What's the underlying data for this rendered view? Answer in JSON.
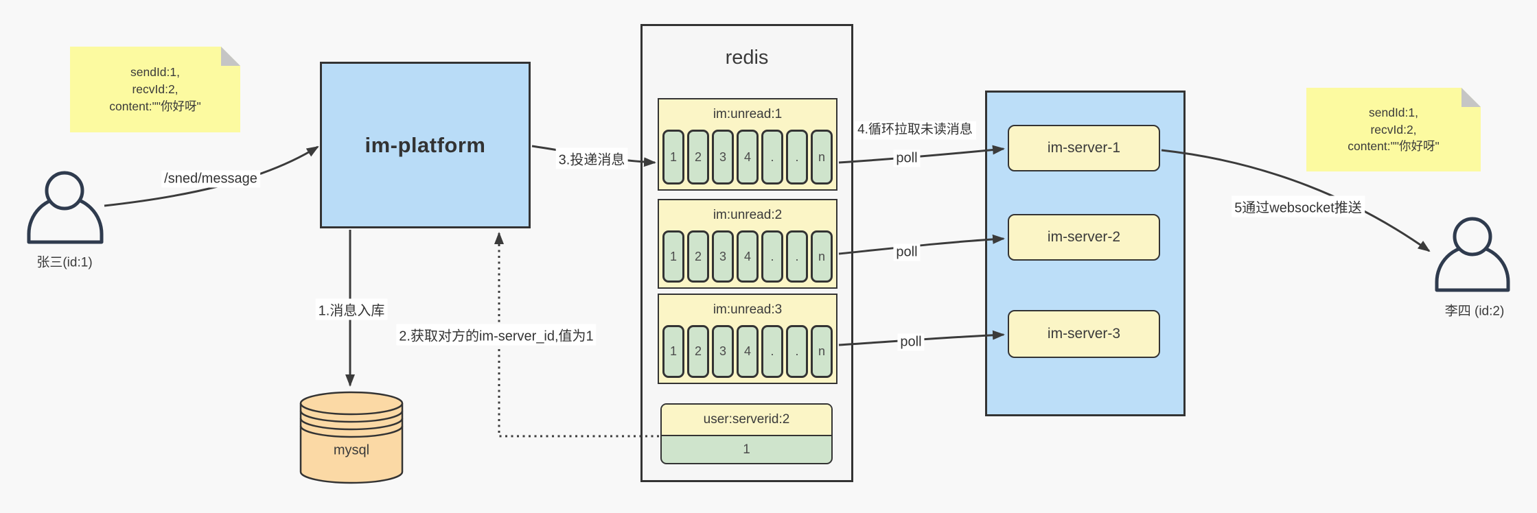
{
  "diagram": {
    "background": "#f8f8f8",
    "colors": {
      "platform_blue": "#b9dcf7",
      "server_group_blue": "#bcdef8",
      "note_yellow": "#fcfaa0",
      "header_yellow": "#fbf5c6",
      "cell_green": "#cfe4cc",
      "mysql_tan": "#fbd9a5",
      "border_dark": "#333333",
      "arrow_dark": "#3b3b3b",
      "fold_gray": "#c5c5c5",
      "person_outline": "#2f3b4e"
    }
  },
  "actors": {
    "sender": {
      "name": "张三(id:1)"
    },
    "receiver": {
      "name": "李四 (id:2)"
    }
  },
  "notes": {
    "left": {
      "line1": "sendId:1,",
      "line2": "recvId:2,",
      "line3": "content:\"\"你好呀\""
    },
    "right": {
      "line1": "sendId:1,",
      "line2": "recvId:2,",
      "line3": "content:\"\"你好呀\""
    }
  },
  "platform": {
    "label": "im-platform"
  },
  "database": {
    "label": "mysql"
  },
  "redis": {
    "title": "redis",
    "queues": [
      {
        "header": "im:unread:1",
        "cells": [
          "1",
          "2",
          "3",
          "4",
          ".",
          ".",
          "n"
        ]
      },
      {
        "header": "im:unread:2",
        "cells": [
          "1",
          "2",
          "3",
          "4",
          ".",
          ".",
          "n"
        ]
      },
      {
        "header": "im:unread:3",
        "cells": [
          "1",
          "2",
          "3",
          "4",
          ".",
          ".",
          "n"
        ]
      }
    ],
    "mapping": {
      "header": "user:serverid:2",
      "value": "1"
    }
  },
  "servers": [
    {
      "label": "im-server-1"
    },
    {
      "label": "im-server-2"
    },
    {
      "label": "im-server-3"
    }
  ],
  "edges": {
    "send": "/sned/message",
    "store": "1.消息入库",
    "lookup": "2.获取对方的im-server_id,值为1",
    "deliver": "3.投递消息",
    "pull": "4.循环拉取未读消息",
    "poll1": "poll",
    "poll2": "poll",
    "poll3": "poll",
    "push": "5通过websocket推送"
  }
}
